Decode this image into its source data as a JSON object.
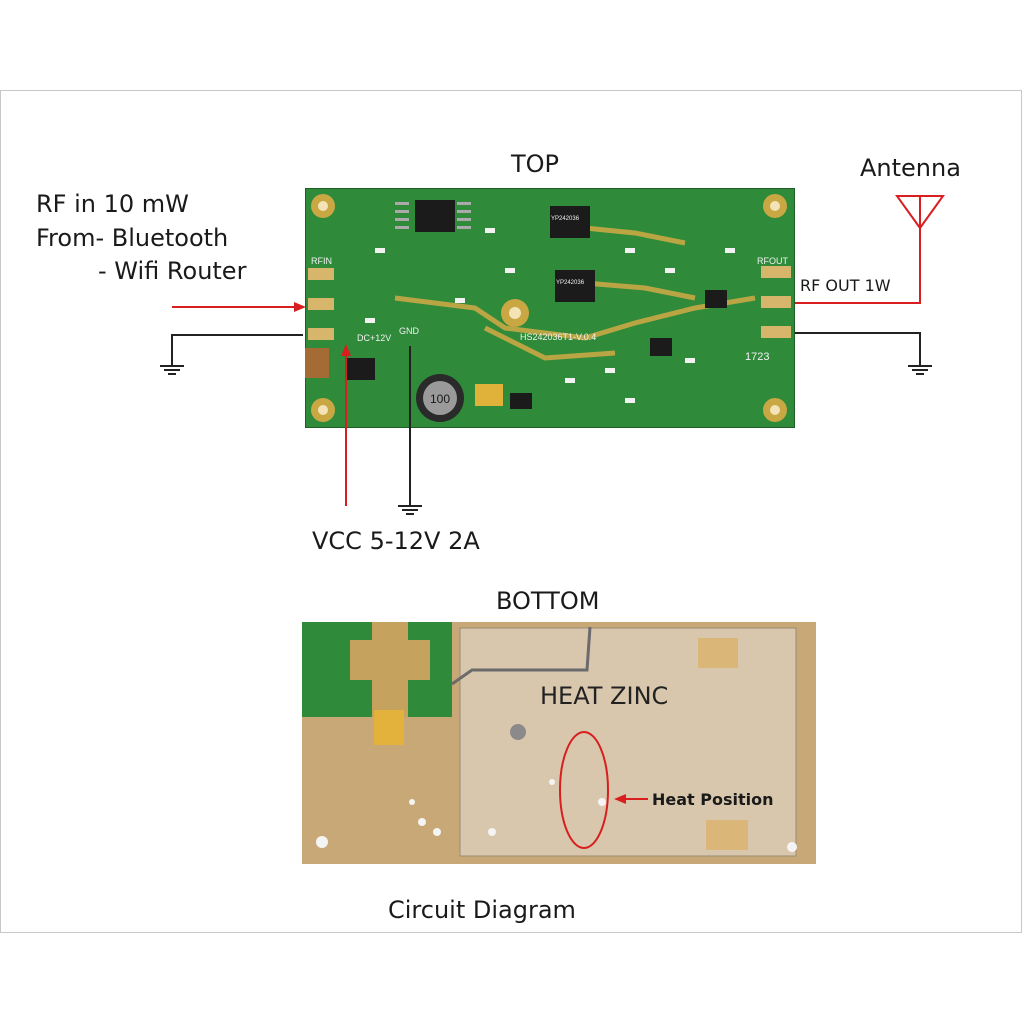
{
  "labels": {
    "top": "TOP",
    "antenna": "Antenna",
    "rf_in_line1": "RF in 10 mW",
    "rf_in_line2": "From- Bluetooth",
    "rf_in_line3": "- Wifi Router",
    "rf_out": "RF OUT 1W",
    "vcc": "VCC 5-12V 2A",
    "bottom": "BOTTOM",
    "heat_zinc": "HEAT ZINC",
    "heat_position": "Heat Position",
    "caption": "Circuit Diagram"
  },
  "silkscreen": {
    "rfin": "RFIN",
    "rfout": "RFOUT",
    "dc": "DC+12V",
    "gnd": "GND",
    "model": "HS242036T1-V.0.4",
    "chip": "YP242036",
    "inductor": "100",
    "code": "1723"
  },
  "colors": {
    "pcb_green": "#2f8a3a",
    "pcb_tan": "#c9a877",
    "heat_zinc": "#d9c7ad",
    "arrow_red": "#d81e1e",
    "wire": "#222222"
  }
}
